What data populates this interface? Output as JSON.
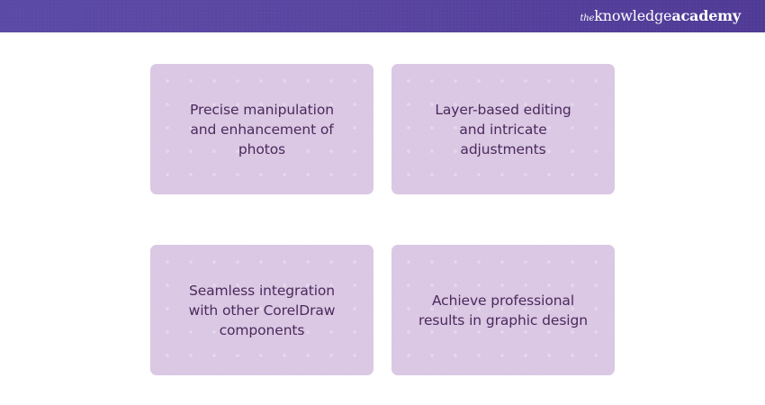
{
  "header": {
    "logo": {
      "prefix": "the",
      "word1": "knowledge",
      "word2": "academy"
    },
    "colors": {
      "gradient_start": "#5b4aa6",
      "gradient_end": "#4f3a96"
    }
  },
  "cards": [
    {
      "text": "Precise manipulation and enhancement of photos"
    },
    {
      "text": "Layer-based editing and intricate adjustments"
    },
    {
      "text": "Seamless integration with other CorelDraw components"
    },
    {
      "text": "Achieve professional results in graphic design"
    }
  ],
  "colors": {
    "card_background": "#dac7e3",
    "card_text": "#4a2a5c",
    "page_background": "#ffffff"
  }
}
